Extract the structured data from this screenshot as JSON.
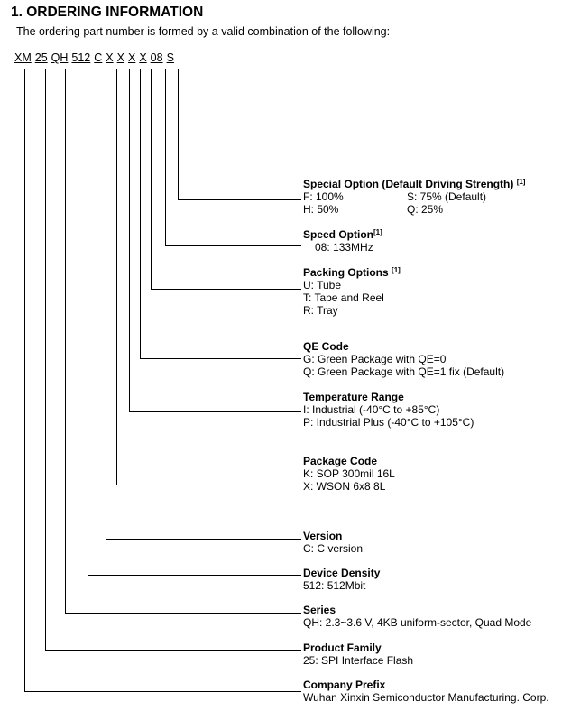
{
  "title": "1.   ORDERING INFORMATION",
  "intro": "The ordering part number is formed by a valid combination of the following:",
  "part_fields": [
    "XM",
    "25",
    "QH",
    "512",
    "C",
    "X",
    "X",
    "X",
    "X",
    "08",
    "S"
  ],
  "footnote_mark": "[1]",
  "options": [
    {
      "title": "Special Option (Default Driving Strength)",
      "note": "[1]",
      "lines": [
        [
          "F: 100%",
          "S: 75%  (Default)"
        ],
        [
          "H: 50%",
          "Q: 25%"
        ]
      ]
    },
    {
      "title": "Speed Option",
      "note": "[1]",
      "lines": [
        "08: 133MHz"
      ]
    },
    {
      "title": "Packing Options",
      "note": "[1]",
      "lines": [
        "U: Tube",
        "T: Tape and Reel",
        "R: Tray"
      ]
    },
    {
      "title": "QE Code",
      "lines": [
        "G: Green Package with QE=0",
        "Q: Green Package with QE=1 fix (Default)"
      ]
    },
    {
      "title": "Temperature Range",
      "lines": [
        "I: Industrial (-40°C to +85°C)",
        "P: Industrial Plus (-40°C to +105°C)"
      ]
    },
    {
      "title": "Package Code",
      "lines": [
        "K: SOP 300mil 16L",
        "X: WSON 6x8 8L"
      ]
    },
    {
      "title": "Version",
      "lines": [
        "C: C version"
      ]
    },
    {
      "title": "Device Density",
      "lines": [
        "512: 512Mbit"
      ]
    },
    {
      "title": "Series",
      "lines": [
        "QH: 2.3~3.6 V, 4KB uniform-sector, Quad Mode"
      ]
    },
    {
      "title": "Product Family",
      "lines": [
        "25: SPI Interface Flash"
      ]
    },
    {
      "title": "Company Prefix",
      "lines": [
        "Wuhan Xinxin Semiconductor Manufacturing. Corp."
      ]
    }
  ]
}
